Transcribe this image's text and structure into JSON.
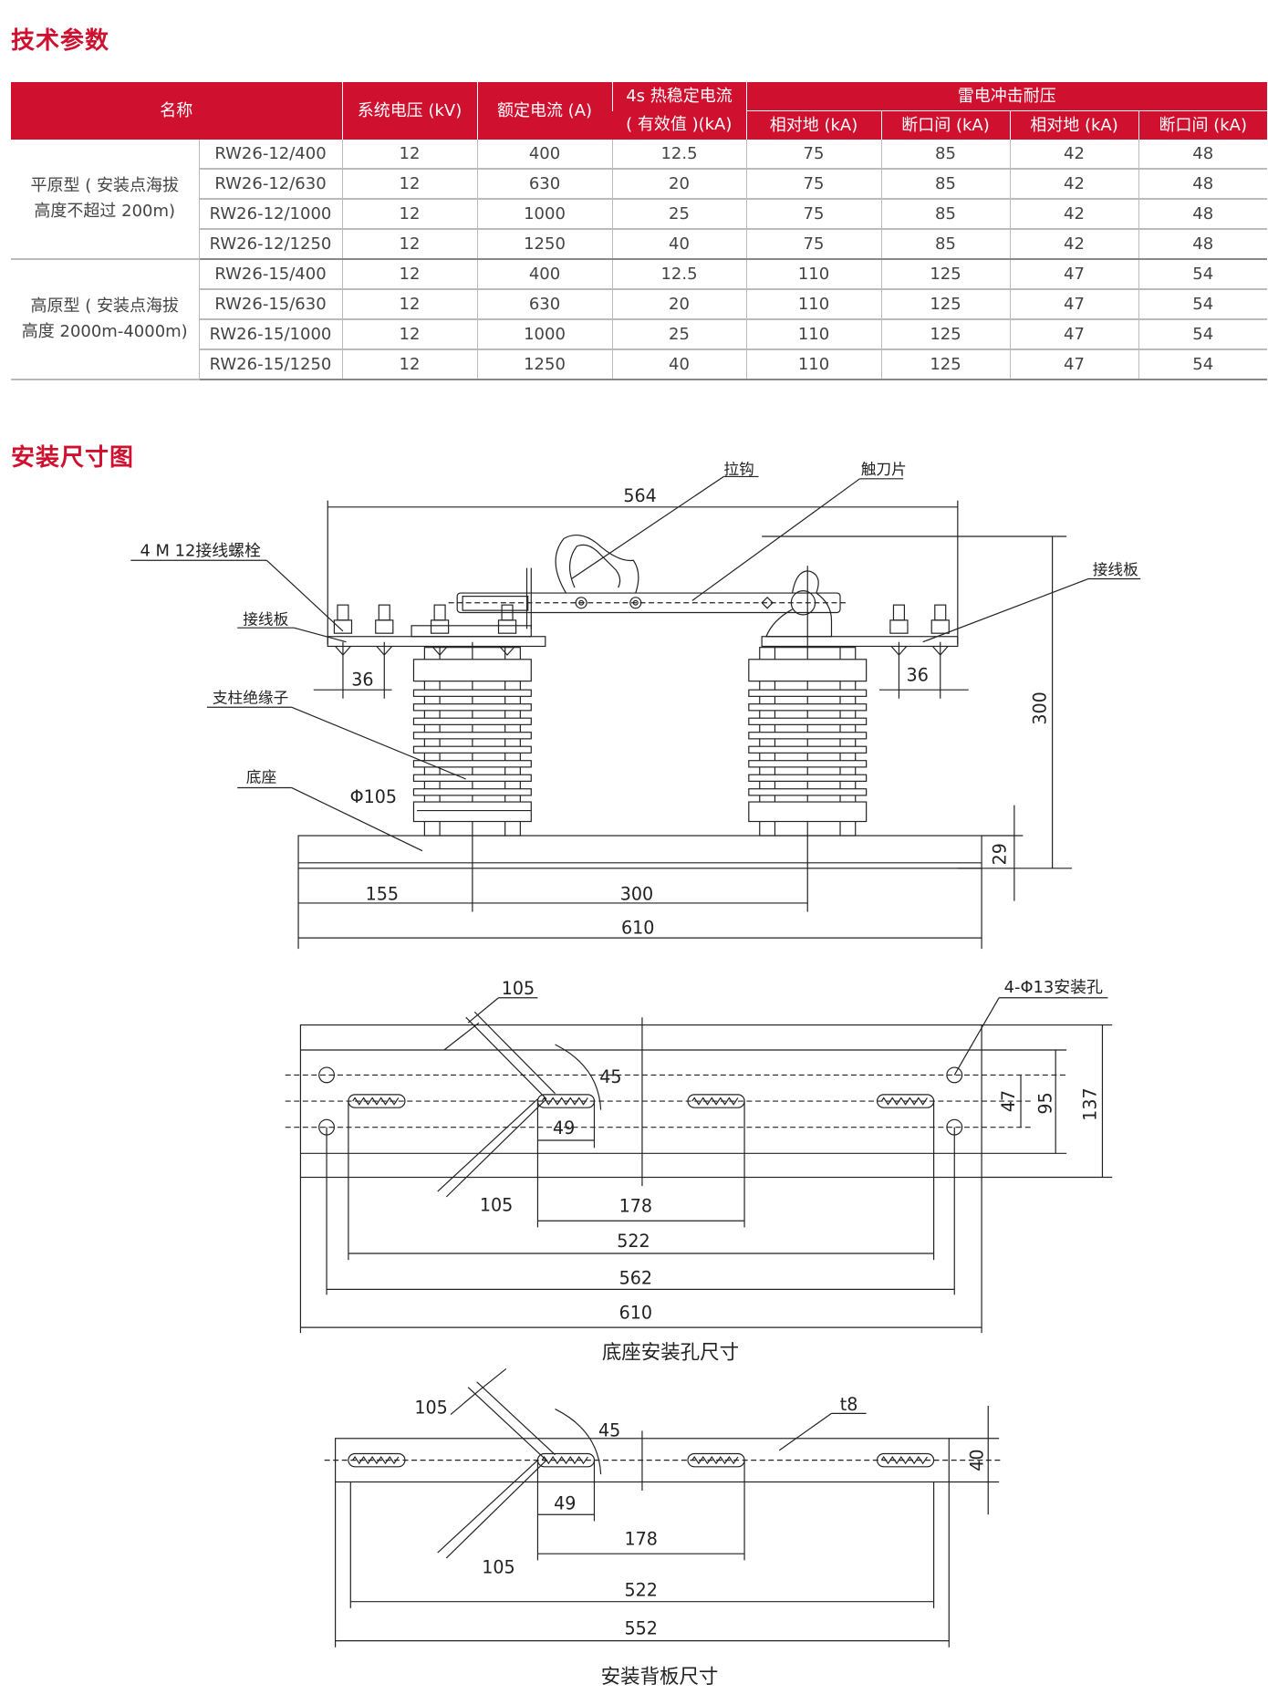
{
  "sections": {
    "tech_params": "技术参数",
    "install_dims": "安装尺寸图"
  },
  "table": {
    "headers": {
      "name": "名称",
      "voltage": "系统电压 (kV)",
      "current": "额定电流 (A)",
      "thermal_line1": "4s 热稳定电流",
      "thermal_line2": "( 有效值 )(kA)",
      "impulse": "雷电冲击耐压",
      "sub": [
        "相对地 (kA)",
        "断口间 (kA)",
        "相对地 (kA)",
        "断口间 (kA)"
      ]
    },
    "groups": [
      {
        "label_line1": "平原型 ( 安装点海拔",
        "label_line2": "高度不超过 200m)",
        "rows": [
          [
            "RW26-12/400",
            "12",
            "400",
            "12.5",
            "75",
            "85",
            "42",
            "48"
          ],
          [
            "RW26-12/630",
            "12",
            "630",
            "20",
            "75",
            "85",
            "42",
            "48"
          ],
          [
            "RW26-12/1000",
            "12",
            "1000",
            "25",
            "75",
            "85",
            "42",
            "48"
          ],
          [
            "RW26-12/1250",
            "12",
            "1250",
            "40",
            "75",
            "85",
            "42",
            "48"
          ]
        ]
      },
      {
        "label_line1": "高原型 ( 安装点海拔",
        "label_line2": "高度 2000m-4000m)",
        "rows": [
          [
            "RW26-15/400",
            "12",
            "400",
            "12.5",
            "110",
            "125",
            "47",
            "54"
          ],
          [
            "RW26-15/630",
            "12",
            "630",
            "20",
            "110",
            "125",
            "47",
            "54"
          ],
          [
            "RW26-15/1000",
            "12",
            "1000",
            "25",
            "110",
            "125",
            "47",
            "54"
          ],
          [
            "RW26-15/1250",
            "12",
            "1250",
            "40",
            "110",
            "125",
            "47",
            "54"
          ]
        ]
      }
    ]
  },
  "drawing_front": {
    "labels": {
      "pull_hook": "拉钩",
      "blade": "触刀片",
      "bolts": "4 M 12接线螺栓",
      "terminal_left": "接线板",
      "terminal_right": "接线板",
      "insulator": "支柱绝缘子",
      "base": "底座"
    },
    "dims": {
      "overall_top": "564",
      "height": "300",
      "base_height": "29",
      "left_offset": "155",
      "pole_spacing": "300",
      "base_length": "610",
      "bolt_left": "36",
      "bolt_right": "36",
      "insulator_dia": "Φ105"
    }
  },
  "drawing_base": {
    "caption": "底座安装孔尺寸",
    "holes_label": "4-Φ13安装孔",
    "dims": {
      "diag_top": "105",
      "diag_bottom": "105",
      "angle": "45",
      "slot": "49",
      "d178": "178",
      "d522": "522",
      "d562": "562",
      "d610": "610",
      "d47": "47",
      "d95": "95",
      "d137": "137"
    }
  },
  "drawing_back": {
    "caption": "安装背板尺寸",
    "thickness": "t8",
    "dims": {
      "diag_top": "105",
      "diag_bottom": "105",
      "angle": "45",
      "slot": "49",
      "d178": "178",
      "d522": "522",
      "d552": "552",
      "d40": "40"
    }
  },
  "colors": {
    "accent": "#d0102f",
    "line": "#222222"
  }
}
